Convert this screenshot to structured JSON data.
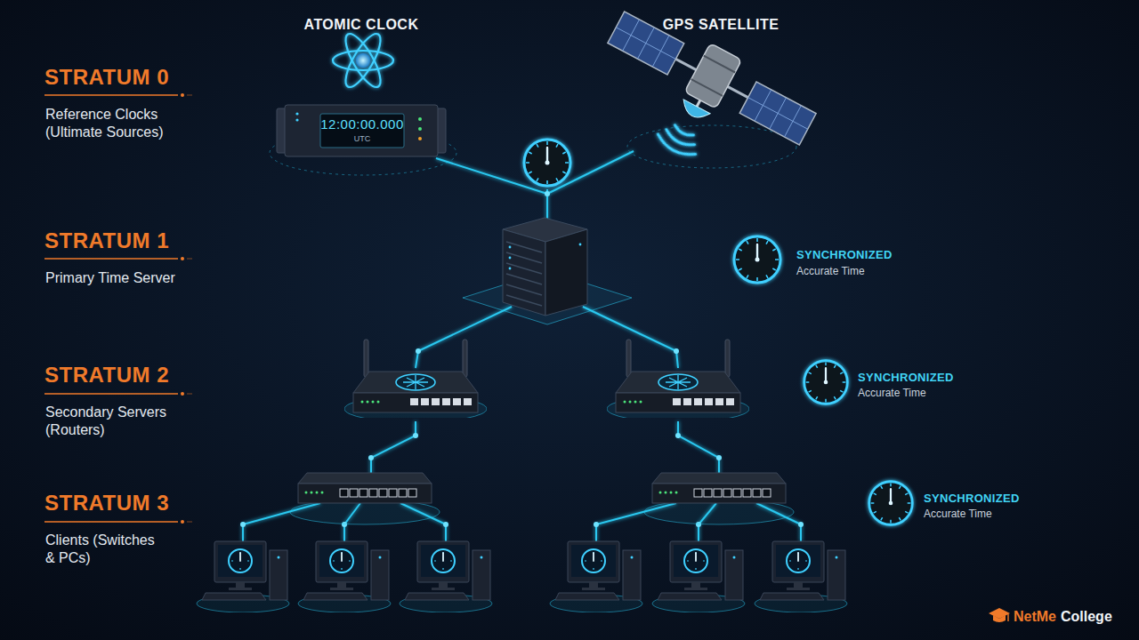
{
  "diagram": {
    "nodes": [
      {
        "text": [
          "ATOMIC CLOCK",
          "12:00:00.000",
          "UTC"
        ]
      },
      {
        "text": [
          "GPS SATELLITE"
        ]
      }
    ],
    "labels": [
      "STRATUM 0",
      "Reference Clocks (Ultimate Sources)",
      "STRATUM 1",
      "Primary Time Server",
      "SYNCHRONIZED",
      "Accurate Time",
      "STRATUM 2",
      "Secondary Servers (Routers)",
      "SYNCHRONIZED",
      "Accurate Time",
      "STRATUM 3",
      "Clients (Switches & PCs)",
      "SYNCHRONIZED",
      "Accurate Time",
      "NetMe",
      "College"
    ]
  }
}
